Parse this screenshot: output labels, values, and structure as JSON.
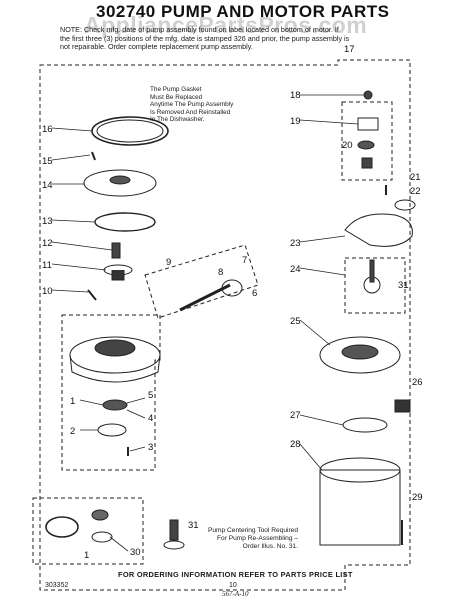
{
  "title": "302740 PUMP AND MOTOR PARTS",
  "watermark": "AppliancePartsPros.com",
  "note": "NOTE: Check mfg. date of pump assembly found on label located on bottom of motor. If the first three (3) positions of the mfg. date is stamped 326 and prior, the pump assembly is not repairable. Order complete replacement pump assembly.",
  "gasket_note": [
    "The Pump Gasket",
    "Must Be Replaced",
    "Anytime The Pump Assembly",
    "Is Removed And Reinstalled",
    "In The Dishwasher."
  ],
  "tool_note": [
    "Pump Centering Tool Required",
    "For Pump Re-Assembling –",
    "Order Illus. No. 31."
  ],
  "footer": "FOR ORDERING INFORMATION REFER TO PARTS PRICE LIST",
  "doc_number": "303352",
  "page_number": "10",
  "handwritten": "567-A-10",
  "callouts": [
    "1",
    "2",
    "3",
    "4",
    "5",
    "6",
    "7",
    "8",
    "9",
    "10",
    "11",
    "12",
    "13",
    "14",
    "15",
    "16",
    "17",
    "18",
    "19",
    "20",
    "21",
    "22",
    "23",
    "24",
    "25",
    "26",
    "27",
    "28",
    "29",
    "30",
    "31",
    "31"
  ]
}
